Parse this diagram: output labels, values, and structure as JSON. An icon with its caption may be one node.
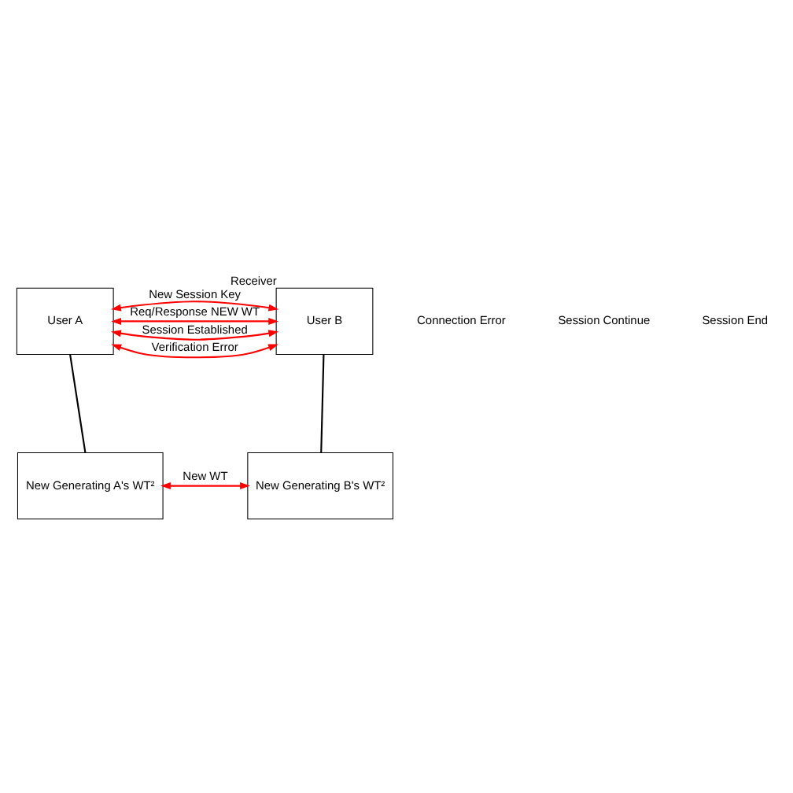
{
  "diagram": {
    "nodes": [
      {
        "text": [
          "User A"
        ]
      },
      {
        "text": [
          "User B"
        ],
        "beside": [
          "Receiver"
        ]
      },
      {
        "text": [
          "New Generating A's WT²"
        ]
      },
      {
        "text": [
          "New Generating B's WT²"
        ]
      }
    ],
    "edges": [
      {
        "from": 0,
        "to": 1,
        "arrow": "both",
        "label": "Session Established"
      },
      {
        "from": 0,
        "to": 1,
        "arrow": "both",
        "label": "Verification Error"
      },
      {
        "from": 0,
        "to": 1,
        "arrow": "both",
        "label": "New Session Key"
      },
      {
        "from": 0,
        "to": 1,
        "arrow": "both",
        "label": "Req/Response NEW WT"
      },
      {
        "from": 0,
        "to": 2,
        "arrow": "none",
        "color": "#000000"
      },
      {
        "from": 1,
        "to": 3,
        "arrow": "none",
        "color": "#000000"
      },
      {
        "from": 2,
        "to": 3,
        "arrow": "both",
        "label": "New WT"
      }
    ],
    "labels": [
      "Connection Error",
      "Session Continue",
      "Session End"
    ]
  }
}
